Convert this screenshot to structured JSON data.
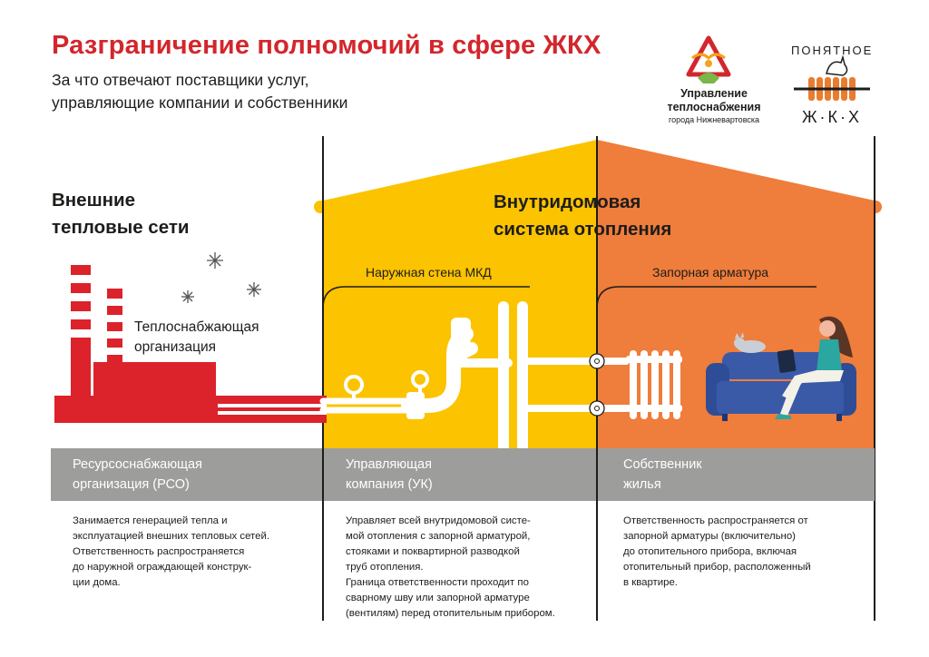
{
  "header": {
    "title": "Разграничение полномочий в сфере ЖКХ",
    "subtitle_line1": "За что отвечают поставщики услуг,",
    "subtitle_line2": "управляющие компании и собственники"
  },
  "logo_heat": {
    "line1": "Управление",
    "line2": "теплоснабжения",
    "line3": "города Нижневартовска"
  },
  "logo_zhkh": {
    "top": "ПОНЯТНОЕ",
    "bottom": "Ж·К·Х"
  },
  "scene": {
    "outer_networks_line1": "Внешние",
    "outer_networks_line2": "тепловые сети",
    "inner_system_line1": "Внутридомовая",
    "inner_system_line2": "система отопления",
    "outer_wall_label": "Наружная стена МКД",
    "valve_label": "Запорная арматура",
    "heat_org_line1": "Теплоснабжающая",
    "heat_org_line2": "организация"
  },
  "columns": [
    {
      "title_line1": "Ресурсоснабжающая",
      "title_line2": "организация (РСО)",
      "desc": [
        "Занимается генерацией тепла и",
        "эксплуатацией внешних тепловых сетей.",
        "Ответственность распространяется",
        "до наружной ограждающей конструк-",
        "ции дома."
      ]
    },
    {
      "title_line1": "Управляющая",
      "title_line2": "компания (УК)",
      "desc": [
        "Управляет всей внутридомовой систе-",
        "мой отопления с запорной арматурой,",
        "стояками и поквартирной разводкой",
        "труб отопления.",
        "Граница ответственности проходит по",
        "сварному шву или запорной арматуре",
        "(вентилям) перед отопительным прибором."
      ]
    },
    {
      "title_line1": "Собственник",
      "title_line2": "жилья",
      "desc": [
        "Ответственность распространяется от",
        "запорной арматуры (включительно)",
        "до отопительного прибора, включая",
        "отопительный прибор, расположенный",
        "в квартире."
      ]
    }
  ],
  "colors": {
    "title_red": "#d3262c",
    "plant_red": "#dc222b",
    "yellow": "#fcc300",
    "orange": "#ef7d3b",
    "band_gray": "#9d9d9c",
    "sofa_blue": "#3a5aa8"
  }
}
